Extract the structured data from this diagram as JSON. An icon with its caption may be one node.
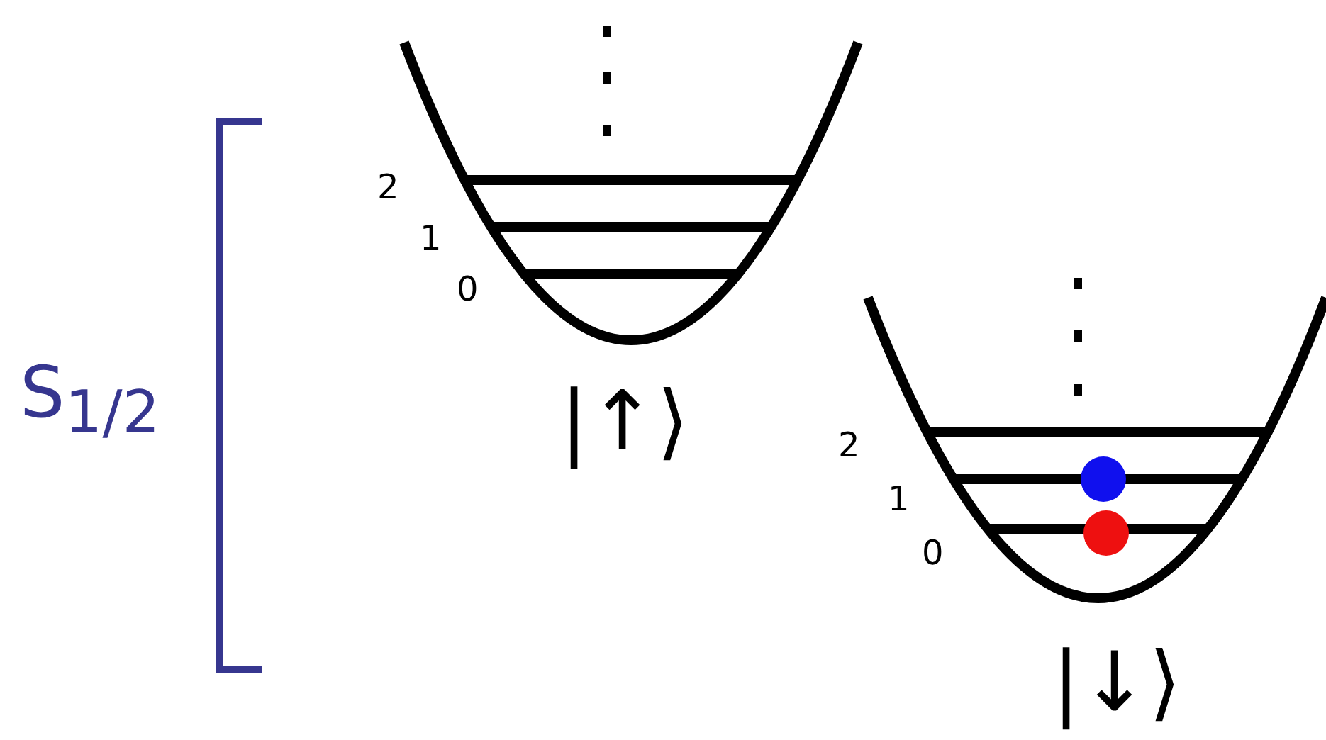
{
  "diagram": {
    "labels": [
      "S$_{1/2}$",
      "2",
      "1",
      "0",
      "|↑⟩",
      "2",
      "1",
      "0",
      "|↓⟩"
    ]
  }
}
